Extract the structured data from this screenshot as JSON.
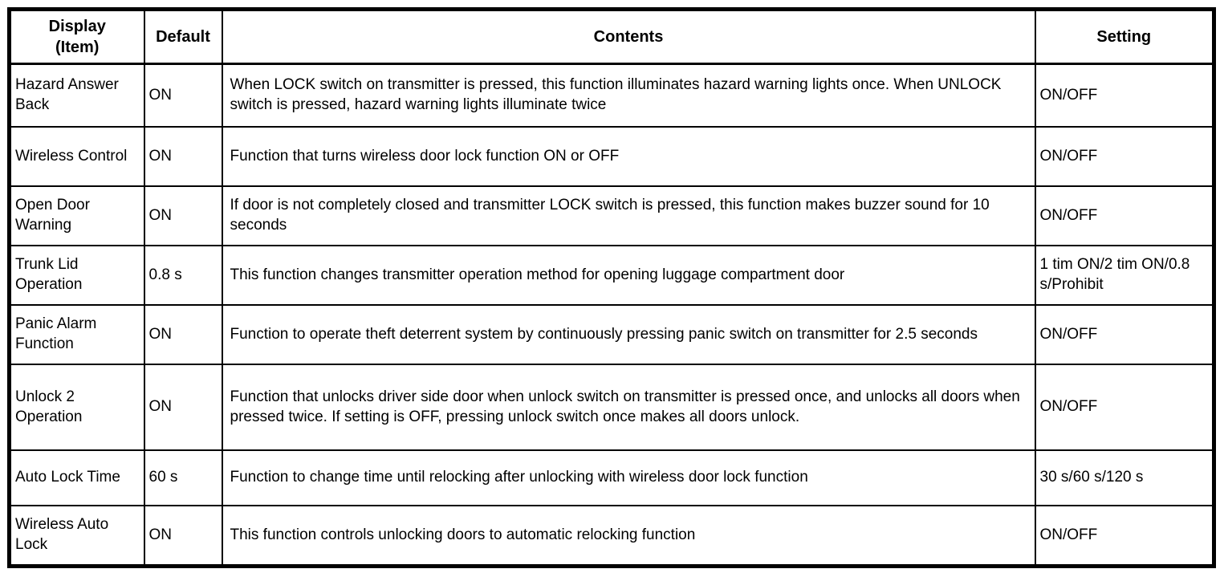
{
  "table": {
    "header": {
      "display": "Display\n(Item)",
      "default": "Default",
      "contents": "Contents",
      "setting": "Setting"
    },
    "rows": [
      {
        "display": "Hazard Answer Back",
        "default": "ON",
        "contents": "When LOCK switch on transmitter is pressed, this function illuminates hazard warning lights once. When UNLOCK switch is pressed, hazard warning lights illuminate twice",
        "setting": "ON/OFF"
      },
      {
        "display": "Wireless Control",
        "default": "ON",
        "contents": "Function that turns wireless door lock function ON or OFF",
        "setting": "ON/OFF"
      },
      {
        "display": "Open Door Warning",
        "default": "ON",
        "contents": "If door is not completely closed and transmitter LOCK switch is pressed, this function makes buzzer sound for 10 seconds",
        "setting": "ON/OFF"
      },
      {
        "display": "Trunk Lid Operation",
        "default": "0.8 s",
        "contents": "This function changes transmitter operation method for opening luggage compartment door",
        "setting": "1 tim ON/2 tim ON/0.8 s/Prohibit"
      },
      {
        "display": "Panic Alarm Function",
        "default": "ON",
        "contents": "Function to operate theft deterrent system by continuously pressing panic switch on transmitter for 2.5 seconds",
        "setting": "ON/OFF"
      },
      {
        "display": "Unlock 2 Operation",
        "default": "ON",
        "contents": "Function that unlocks driver side door when unlock switch on transmitter is pressed once, and unlocks all doors when pressed twice. If setting is OFF, pressing unlock switch once makes all doors unlock.",
        "setting": "ON/OFF"
      },
      {
        "display": "Auto Lock Time",
        "default": "60 s",
        "contents": "Function to change time until relocking after unlocking with wireless door lock function",
        "setting": "30 s/60 s/120 s"
      },
      {
        "display": "Wireless Auto Lock",
        "default": "ON",
        "contents": "This function controls unlocking doors to automatic relocking function",
        "setting": "ON/OFF"
      }
    ]
  }
}
